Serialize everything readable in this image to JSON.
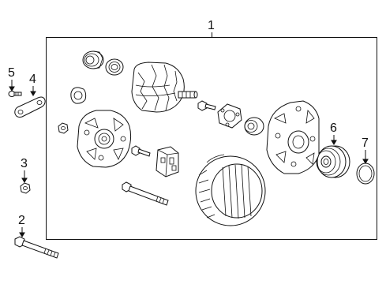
{
  "callouts": [
    {
      "number": "1",
      "part": "alternator-assembly"
    },
    {
      "number": "2",
      "part": "long-bolt"
    },
    {
      "number": "3",
      "part": "nut"
    },
    {
      "number": "4",
      "part": "bracket"
    },
    {
      "number": "5",
      "part": "screw"
    },
    {
      "number": "6",
      "part": "pulley"
    },
    {
      "number": "7",
      "part": "snap-ring"
    }
  ],
  "colors": {
    "line": "#111111",
    "background": "#ffffff"
  }
}
